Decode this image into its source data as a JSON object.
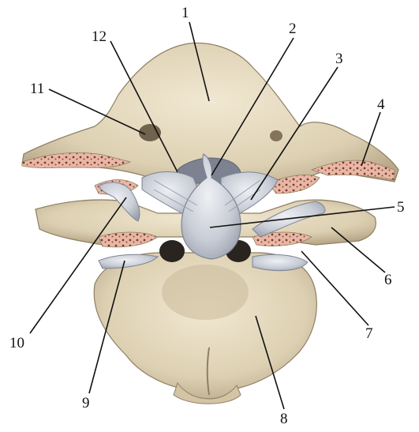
{
  "figure": {
    "colors": {
      "bone": "#e8dcc0",
      "bone_shadow": "#b9a98a",
      "bone_dark": "#8f7f63",
      "ligament": "#c9cdd6",
      "ligament_shadow": "#9aa0ad",
      "marrow": "#e9b7a6",
      "marrow_dot": "#7a3b2e",
      "foramen": "#2a2420"
    },
    "labels": [
      {
        "id": "1",
        "text": "1"
      },
      {
        "id": "2",
        "text": "2"
      },
      {
        "id": "3",
        "text": "3"
      },
      {
        "id": "4",
        "text": "4"
      },
      {
        "id": "5",
        "text": "5"
      },
      {
        "id": "6",
        "text": "6"
      },
      {
        "id": "7",
        "text": "7"
      },
      {
        "id": "8",
        "text": "8"
      },
      {
        "id": "9",
        "text": "9"
      },
      {
        "id": "10",
        "text": "10"
      },
      {
        "id": "11",
        "text": "11"
      },
      {
        "id": "12",
        "text": "12"
      }
    ]
  }
}
